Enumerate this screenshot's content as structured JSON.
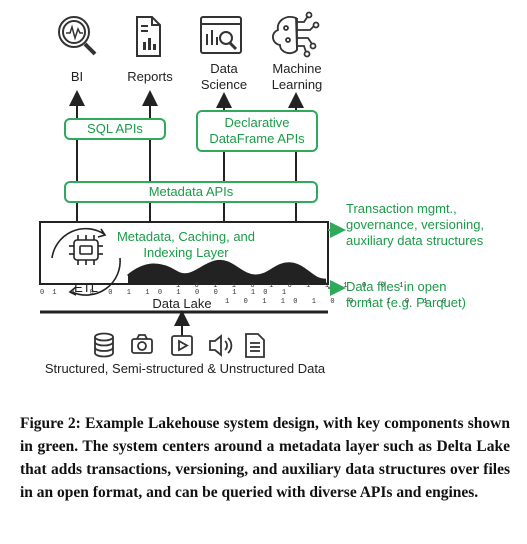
{
  "consumers": {
    "bi": "BI",
    "reports": "Reports",
    "data_science": [
      "Data",
      "Science"
    ],
    "machine_learning": [
      "Machine",
      "Learning"
    ]
  },
  "apis": {
    "sql": "SQL APIs",
    "declarative": [
      "Declarative",
      "DataFrame APIs"
    ],
    "metadata": "Metadata APIs"
  },
  "layer": {
    "title": [
      "Metadata, Caching, and",
      "Indexing Layer"
    ],
    "etl": "ETL",
    "data_lake": "Data Lake"
  },
  "annotations": {
    "transactions": [
      "Transaction mgmt.,",
      "governance, versioning,",
      "auxiliary data structures"
    ],
    "files": [
      "Data files in open",
      "format (e.g. Parquet)"
    ]
  },
  "sources_label": "Structured, Semi-structured & Unstructured Data",
  "bits": {
    "row1": "1  0  1  1  0  1  0  1  1  1  0  0  1",
    "row2": "0 1  1  0  0  1  1 0  1  0  0  1  1 0  1",
    "row3": "1  0  1  1 0  1  0  0  1  1  0  1  0"
  },
  "caption": "Figure 2: Example Lakehouse system design, with key components shown in green. The system centers around a metadata layer such as Delta Lake that adds transactions, versioning, and auxiliary data structures over files in an open format, and can be queried with diverse APIs and engines.",
  "colors": {
    "accent": "#2fa95a",
    "ink": "#222222"
  }
}
